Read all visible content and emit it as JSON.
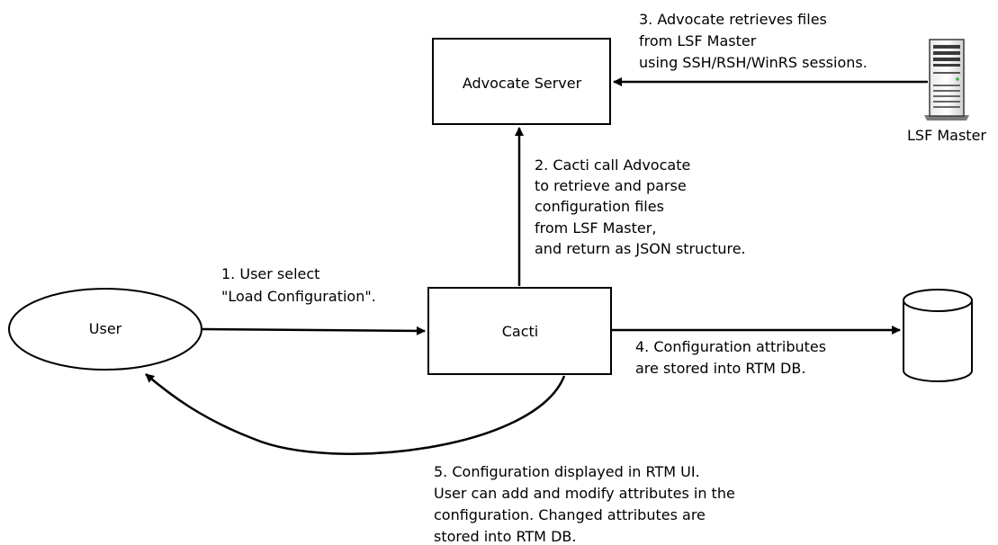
{
  "nodes": {
    "advocate_server": {
      "label": "Advocate Server"
    },
    "cacti": {
      "label": "Cacti"
    },
    "user": {
      "label": "User"
    },
    "lsf_master": {
      "label": "LSF Master"
    },
    "rtm_db": {
      "label": ""
    }
  },
  "steps": {
    "step1": {
      "lines": [
        "1. User select",
        "\"Load Configuration\"."
      ]
    },
    "step2": {
      "lines": [
        "2. Cacti call Advocate",
        "to retrieve and parse",
        "configuration files",
        "from LSF Master,",
        "and return as JSON structure."
      ]
    },
    "step3": {
      "lines": [
        "3. Advocate retrieves files",
        "from LSF Master",
        "using SSH/RSH/WinRS sessions."
      ]
    },
    "step4": {
      "lines": [
        "4. Configuration attributes",
        "are stored into RTM DB."
      ]
    },
    "step5": {
      "lines": [
        "5. Configuration displayed in RTM UI.",
        "User can add and modify attributes in the",
        "configuration. Changed attributes are",
        "stored into RTM DB."
      ]
    }
  },
  "icons": {
    "server": "server-tower-icon",
    "database": "database-cylinder-icon"
  }
}
